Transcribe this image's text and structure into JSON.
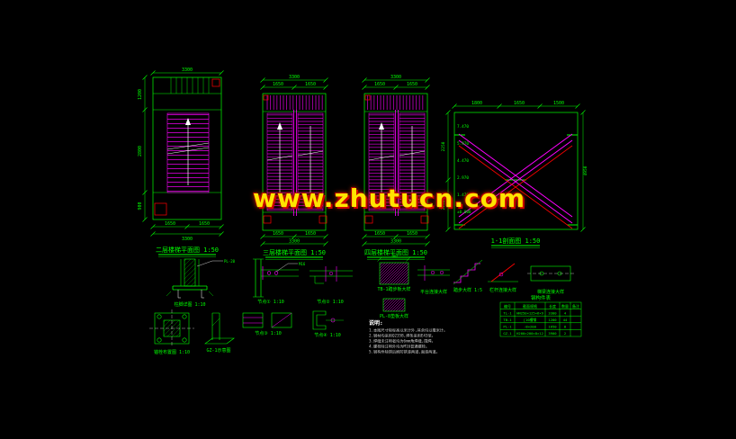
{
  "canvas": {
    "bg": "#000000"
  },
  "colors": {
    "line_green": "#00ff00",
    "line_magenta": "#ff00ff",
    "line_red": "#ff0000",
    "line_white": "#ffffff",
    "watermark_yellow": "#ffe400",
    "watermark_shadow": "#cc0000"
  },
  "watermark": {
    "text": "www.zhutucn.com"
  },
  "views": {
    "plan_a": {
      "caption": "二层楼梯平面图 1:50",
      "dims": {
        "top_total": "3300",
        "left": [
          "1200",
          "2800",
          "900"
        ],
        "bottom": [
          "1650",
          "1650"
        ],
        "bottom_total": "3300"
      }
    },
    "plan_b": {
      "caption": "三层楼梯平面图 1:50",
      "dims": {
        "top": [
          "1650",
          "1650"
        ],
        "top_total": "3300",
        "bottom": [
          "1650",
          "1650"
        ],
        "bottom_total": "3300"
      }
    },
    "plan_c": {
      "caption": "四层楼梯平面图 1:50",
      "dims": {
        "top": [
          "1650",
          "1650"
        ],
        "top_total": "3300",
        "bottom": [
          "1650",
          "1650"
        ],
        "bottom_total": "3300"
      }
    },
    "section": {
      "caption": "1-1剖面图 1:50",
      "top_dims": [
        "1800",
        "1650",
        "1500"
      ],
      "left_dims": [
        "2250",
        "2250"
      ],
      "right_dim": "4950",
      "levels": [
        "7.470",
        "5.970",
        "4.470",
        "2.970",
        "1.470",
        "±0.000"
      ]
    }
  },
  "details": [
    {
      "caption": "柱脚详图 1:10",
      "label": "PL-20"
    },
    {
      "caption": "锚栓布置图 1:10"
    },
    {
      "caption": "GZ-1示意图"
    },
    {
      "caption": "节点① 1:10",
      "label": "M16"
    },
    {
      "caption": "节点② 1:10"
    },
    {
      "caption": "节点③ 1:10"
    },
    {
      "caption": "节点④ 1:10"
    },
    {
      "caption": "TB-1踏步板大样",
      "label": "300"
    },
    {
      "caption": "PL-8垫板大样"
    },
    {
      "caption": "平台连接大样"
    },
    {
      "caption": "踏步大样 1:5"
    },
    {
      "caption": "栏杆连接大样"
    },
    {
      "caption": "梯梁连接大样"
    }
  ],
  "table": {
    "title": "钢构件表",
    "headers": [
      "编号",
      "截面规格",
      "长度",
      "数量",
      "备注"
    ],
    "rows": [
      [
        "TL-1",
        "HN250×125×6×9",
        "3300",
        "4",
        ""
      ],
      [
        "TB-1",
        "[10槽钢",
        "1200",
        "44",
        ""
      ],
      [
        "PL-1",
        "-8×200",
        "1650",
        "8",
        ""
      ],
      [
        "GZ-1",
        "H200×200×8×12",
        "3900",
        "2",
        ""
      ]
    ]
  },
  "notes": {
    "title": "说明:",
    "lines": [
      "1.本图尺寸除标高以米计外,其余均以毫米计。",
      "2.钢材均采用Q235B,焊条采用E43型。",
      "3.焊缝未注明者均为6mm角焊缝,围焊。",
      "4.螺栓除注明外均为M16普通螺栓。",
      "5.钢构件除锈后刷防锈漆两道,面漆两道。"
    ]
  }
}
